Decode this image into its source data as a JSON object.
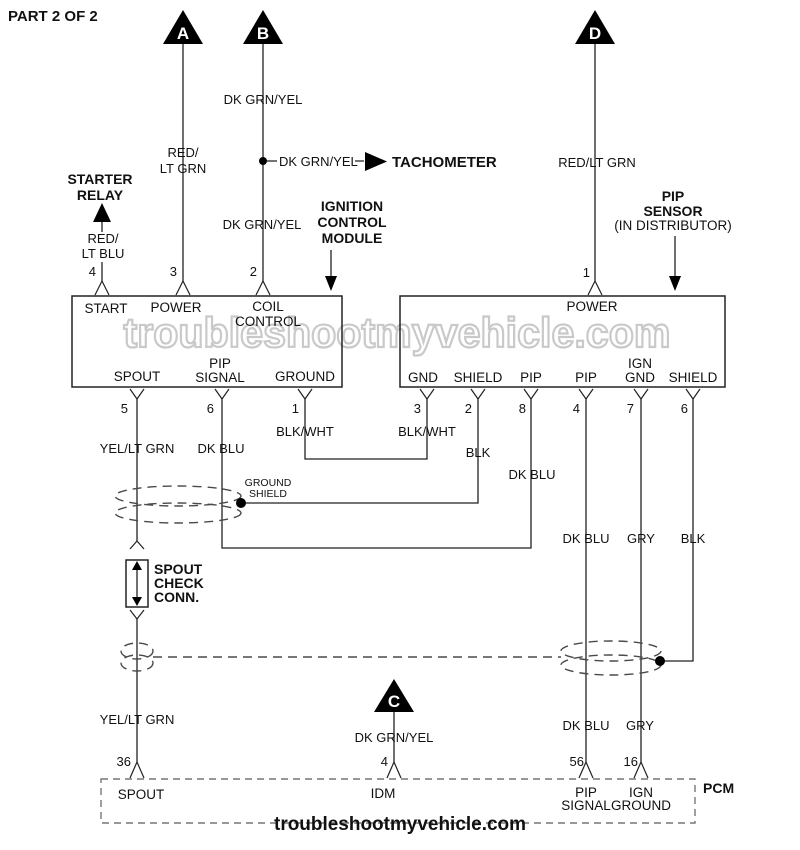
{
  "header": {
    "part_label": "PART 2 OF 2"
  },
  "watermark": {
    "large": "troubleshootmyvehicle.com",
    "footer": "troubleshootmyvehicle.com"
  },
  "connectors": {
    "a": "A",
    "b": "B",
    "c": "C",
    "d": "D"
  },
  "external": {
    "starter_relay_l1": "STARTER",
    "starter_relay_l2": "RELAY",
    "tachometer": "TACHOMETER",
    "icm_l1": "IGNITION",
    "icm_l2": "CONTROL",
    "icm_l3": "MODULE",
    "pip_l1": "PIP",
    "pip_l2": "SENSOR",
    "pip_l3": "(IN DISTRIBUTOR)",
    "spout_check_l1": "SPOUT",
    "spout_check_l2": "CHECK",
    "spout_check_l3": "CONN.",
    "ground_shield_l1": "GROUND",
    "ground_shield_l2": "SHIELD",
    "pcm_label": "PCM"
  },
  "wire_labels": {
    "red_lt_grn_a": "RED/",
    "red_lt_grn_b": "LT GRN",
    "red_lt_blu_a": "RED/",
    "red_lt_blu_b": "LT BLU",
    "dk_grn_yel": "DK GRN/YEL",
    "red_lt_grn": "RED/LT GRN",
    "yel_lt_grn": "YEL/LT GRN",
    "dk_blu": "DK BLU",
    "blk_wht": "BLK/WHT",
    "blk": "BLK",
    "gry": "GRY"
  },
  "icm_conn": {
    "pins_top": [
      {
        "num": "4",
        "label": "START"
      },
      {
        "num": "3",
        "label": "POWER"
      },
      {
        "num": "2",
        "l1": "COIL",
        "l2": "CONTROL"
      }
    ],
    "pins_bottom": [
      {
        "num": "5",
        "label": "SPOUT"
      },
      {
        "num": "6",
        "l1": "PIP",
        "l2": "SIGNAL"
      },
      {
        "num": "1",
        "label": "GROUND"
      }
    ]
  },
  "dist_conn": {
    "pin_top": {
      "num": "1",
      "label": "POWER"
    },
    "pins_bottom": [
      {
        "num": "3",
        "label": "GND"
      },
      {
        "num": "2",
        "label": "SHIELD"
      },
      {
        "num": "8",
        "label": "PIP"
      },
      {
        "num": "4",
        "label": "PIP"
      },
      {
        "num": "7",
        "l1": "IGN",
        "l2": "GND"
      },
      {
        "num": "6",
        "label": "SHIELD"
      }
    ]
  },
  "pcm_conn": {
    "pins": [
      {
        "num": "36",
        "label": "SPOUT"
      },
      {
        "num": "4",
        "label": "IDM"
      },
      {
        "num": "56",
        "l1": "PIP",
        "l2": "SIGNAL"
      },
      {
        "num": "16",
        "l1": "IGN",
        "l2": "GROUND"
      }
    ]
  }
}
